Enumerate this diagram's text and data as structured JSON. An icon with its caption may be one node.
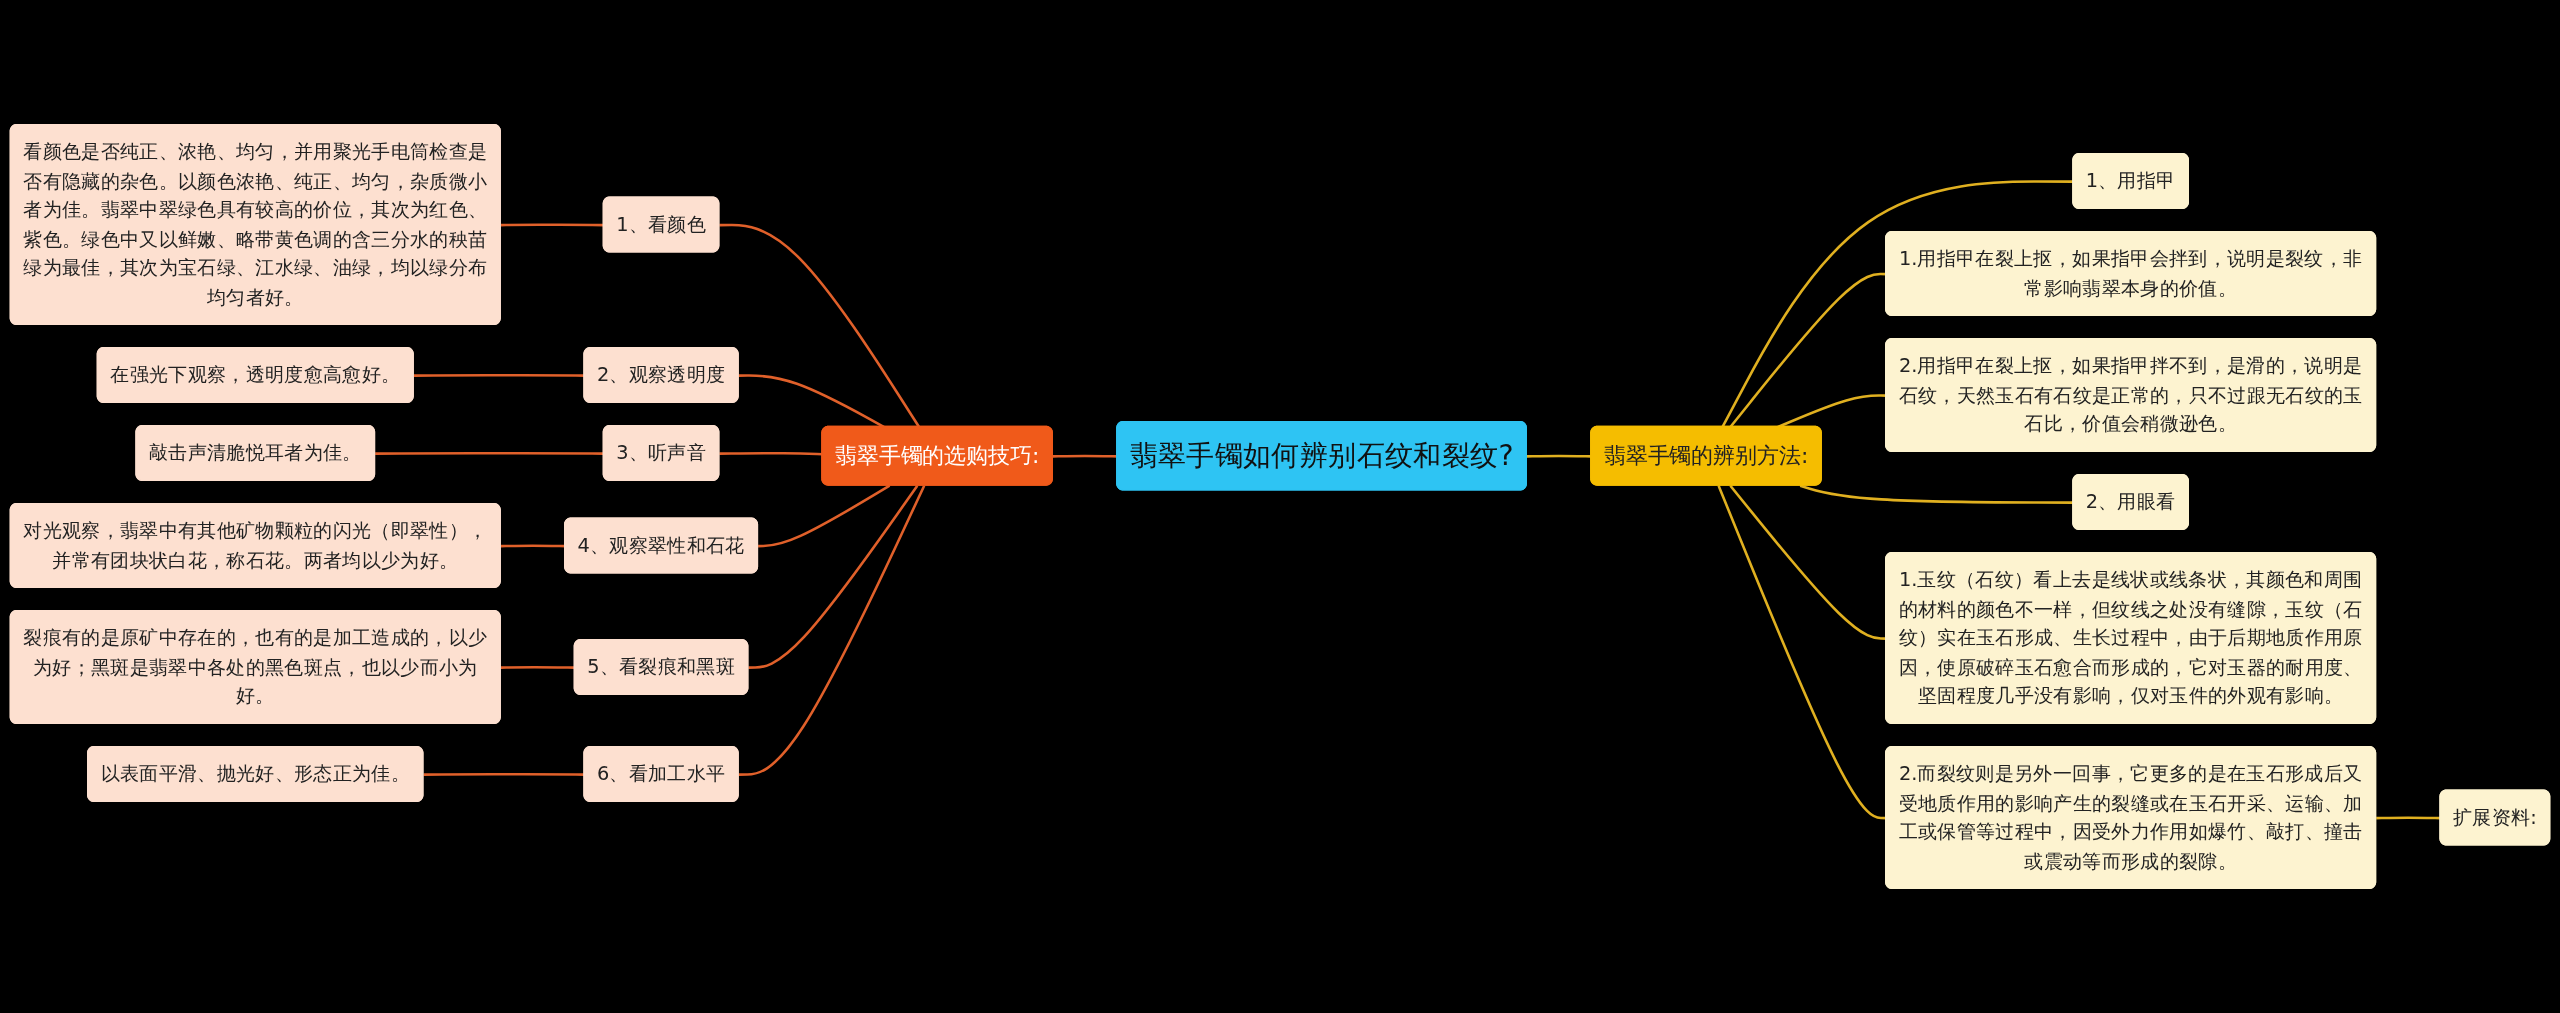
{
  "diagram": {
    "nodes": [
      {
        "text": [
          "翡翠手镯如何辨别石纹和裂纹?"
        ]
      },
      {
        "text": [
          "翡翠手镯的选购技巧:"
        ]
      },
      {
        "text": [
          "1、看颜色"
        ]
      },
      {
        "text": [
          "看颜色是否纯正、浓艳、均匀，并用聚光手电筒检查是否有隐藏的杂色。以颜色浓艳、纯正、均匀，杂质微小者为佳。翡翠中翠绿色具有较高的价位，其次为红色、紫色。绿色中又以鲜嫩、略带黄色调的含三分水的秧苗绿为最佳，其次为宝石绿、江水绿、油绿，均以绿分布均匀者好。"
        ]
      },
      {
        "text": [
          "2、观察透明度"
        ]
      },
      {
        "text": [
          "在强光下观察，透明度愈高愈好。"
        ]
      },
      {
        "text": [
          "3、听声音"
        ]
      },
      {
        "text": [
          "敲击声清脆悦耳者为佳。"
        ]
      },
      {
        "text": [
          "4、观察翠性和石花"
        ]
      },
      {
        "text": [
          "对光观察，翡翠中有其他矿物颗粒的闪光（即翠性），并常有团块状白花，称石花。两者均以少为好。"
        ]
      },
      {
        "text": [
          "5、看裂痕和黑斑"
        ]
      },
      {
        "text": [
          "裂痕有的是原矿中存在的，也有的是加工造成的，以少为好；黑斑是翡翠中各处的黑色斑点，也以少而小为好。"
        ]
      },
      {
        "text": [
          "6、看加工水平"
        ]
      },
      {
        "text": [
          "以表面平滑、抛光好、形态正为佳。"
        ]
      },
      {
        "text": [
          "翡翠手镯的辨别方法:"
        ]
      },
      {
        "text": [
          "1、用指甲"
        ]
      },
      {
        "text": [
          "1.用指甲在裂上抠，如果指甲会拌到，说明是裂纹，非常影响翡翠本身的价值。"
        ]
      },
      {
        "text": [
          "2.用指甲在裂上抠，如果指甲拌不到，是滑的，说明是石纹，天然玉石有石纹是正常的，只不过跟无石纹的玉石比，价值会稍微逊色。"
        ]
      },
      {
        "text": [
          "2、用眼看"
        ]
      },
      {
        "text": [
          "1.玉纹（石纹）看上去是线状或线条状，其颜色和周围的材料的颜色不一样，但纹线之处没有缝隙，玉纹（石纹）实在玉石形成、生长过程中，由于后期地质作用原因，使原破碎玉石愈合而形成的，它对玉器的耐用度、坚固程度几乎没有影响，仅对玉件的外观有影响。"
        ]
      },
      {
        "text": [
          "2.而裂纹则是另外一回事，它更多的是在玉石形成后又受地质作用的影响产生的裂缝或在玉石开采、运输、加工或保管等过程中，因受外力作用如爆竹、敲打、撞击或震动等而形成的裂隙。"
        ]
      },
      {
        "text": [
          "扩展资料:"
        ]
      }
    ],
    "edges": [
      {
        "from": 1,
        "to": 0,
        "arrow": "none"
      },
      {
        "from": 2,
        "to": 1,
        "arrow": "none"
      },
      {
        "from": 3,
        "to": 2,
        "arrow": "none"
      },
      {
        "from": 4,
        "to": 1,
        "arrow": "none"
      },
      {
        "from": 5,
        "to": 4,
        "arrow": "none"
      },
      {
        "from": 6,
        "to": 1,
        "arrow": "none"
      },
      {
        "from": 7,
        "to": 6,
        "arrow": "none"
      },
      {
        "from": 8,
        "to": 1,
        "arrow": "none"
      },
      {
        "from": 9,
        "to": 8,
        "arrow": "none"
      },
      {
        "from": 10,
        "to": 1,
        "arrow": "none"
      },
      {
        "from": 11,
        "to": 10,
        "arrow": "none"
      },
      {
        "from": 12,
        "to": 1,
        "arrow": "none"
      },
      {
        "from": 13,
        "to": 12,
        "arrow": "none"
      },
      {
        "from": 0,
        "to": 14,
        "arrow": "none",
        "color": "#e0b020"
      },
      {
        "from": 14,
        "to": 15,
        "arrow": "none",
        "color": "#e0b020"
      },
      {
        "from": 14,
        "to": 16,
        "arrow": "none",
        "color": "#e0b020"
      },
      {
        "from": 14,
        "to": 17,
        "arrow": "none",
        "color": "#e0b020"
      },
      {
        "from": 14,
        "to": 18,
        "arrow": "none",
        "color": "#e0b020"
      },
      {
        "from": 14,
        "to": 19,
        "arrow": "none",
        "color": "#e0b020"
      },
      {
        "from": 14,
        "to": 20,
        "arrow": "none",
        "color": "#e0b020"
      },
      {
        "from": 20,
        "to": 21,
        "arrow": "none",
        "color": "#e0b020"
      }
    ]
  }
}
